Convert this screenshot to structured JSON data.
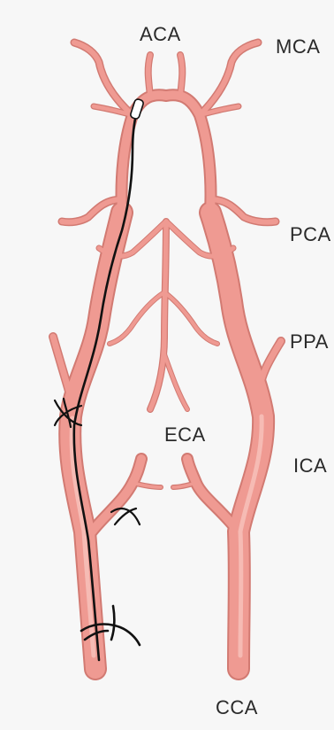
{
  "labels": {
    "aca": "ACA",
    "mca": "MCA",
    "pca": "PCA",
    "ppa": "PPA",
    "eca": "ECA",
    "ica": "ICA",
    "cca": "CCA"
  },
  "colors": {
    "background": "#f7f7f7",
    "artery_fill": "#ef9a92",
    "artery_edge": "#d27a72",
    "artery_highlight": "#f8c3bd",
    "catheter": "#111111",
    "ligature": "#111111"
  }
}
